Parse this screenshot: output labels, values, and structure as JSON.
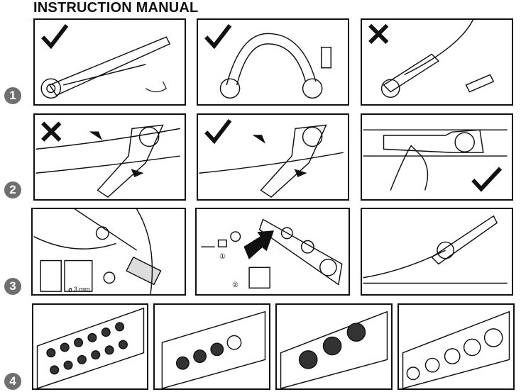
{
  "header": {
    "title": "INSTRUCTION MANUAL"
  },
  "steps": [
    {
      "number": "1",
      "panels": [
        {
          "mark": "check-icon"
        },
        {
          "mark": "check-icon"
        },
        {
          "mark": "cross-icon"
        }
      ]
    },
    {
      "number": "2",
      "panels": [
        {
          "mark": "cross-icon"
        },
        {
          "mark": "check-icon"
        },
        {
          "mark": "check-icon"
        }
      ]
    },
    {
      "number": "3",
      "drill_label": "ø 3 mm",
      "callouts": [
        "①",
        "②"
      ]
    },
    {
      "number": "4"
    }
  ]
}
